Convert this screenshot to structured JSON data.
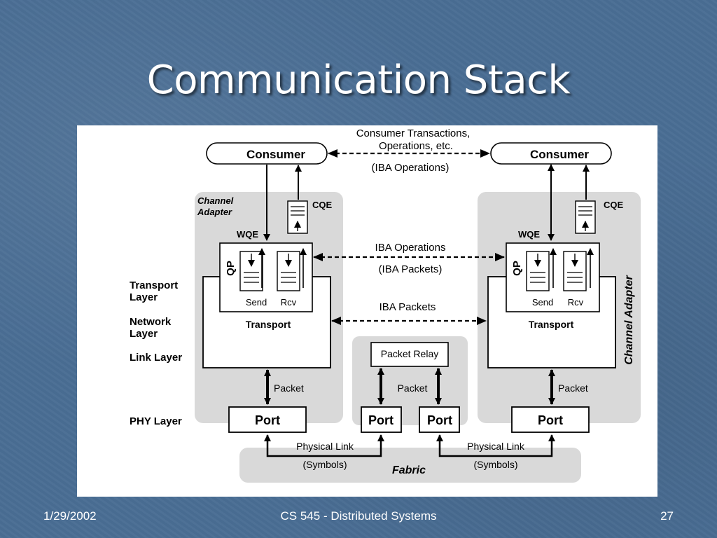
{
  "slide": {
    "title": "Communication Stack",
    "footer": {
      "date": "1/29/2002",
      "course": "CS 545 - Distributed Systems",
      "page": "27"
    }
  },
  "diagram": {
    "consumer_left": "Consumer",
    "consumer_right": "Consumer",
    "top_label_line1": "Consumer Transactions,",
    "top_label_line2": "Operations, etc.",
    "top_label_line3": "(IBA Operations)",
    "channel_adapter_left_line1": "Channel",
    "channel_adapter_left_line2": "Adapter",
    "channel_adapter_right": "Channel Adapter",
    "cqe_left": "CQE",
    "cqe_right": "CQE",
    "wqe_left": "WQE",
    "wqe_right": "WQE",
    "qp_left": "QP",
    "qp_right": "QP",
    "send_left": "Send",
    "rcv_left": "Rcv",
    "send_right": "Send",
    "rcv_right": "Rcv",
    "transport_left": "Transport",
    "transport_right": "Transport",
    "mid_label_line1": "IBA Operations",
    "mid_label_line2": "(IBA Packets)",
    "iba_packets_label": "IBA Packets",
    "layer_transport_line1": "Transport",
    "layer_transport_line2": "Layer",
    "layer_network_line1": "Network",
    "layer_network_line2": "Layer",
    "layer_link": "Link Layer",
    "layer_phy": "PHY Layer",
    "packet_left": "Packet",
    "packet_mid": "Packet",
    "packet_right": "Packet",
    "packet_relay": "Packet Relay",
    "port_left": "Port",
    "port_fabric_left": "Port",
    "port_fabric_right": "Port",
    "port_right": "Port",
    "physical_link_left": "Physical Link",
    "symbols_left": "(Symbols)",
    "physical_link_right": "Physical Link",
    "symbols_right": "(Symbols)",
    "fabric": "Fabric"
  }
}
